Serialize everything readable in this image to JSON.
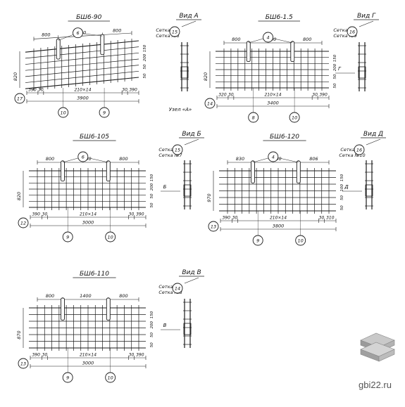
{
  "watermark": {
    "site": "gbi22.ru"
  },
  "logo": {
    "icon": "stacked-slabs-icon"
  },
  "panels": [
    {
      "id": "p1",
      "title": "БШ6-90",
      "view": "Вид А",
      "mesh_labels": [
        "Сетка №1",
        "Сетка №6"
      ],
      "top_dims": [
        "800",
        "1400",
        "800"
      ],
      "bottom_dims": [
        "390",
        "30",
        "210×14",
        "30",
        "390"
      ],
      "overall": "3900",
      "height": "820",
      "callouts": [
        "6",
        "17",
        "10",
        "9",
        "15"
      ],
      "side_dims": [
        "150",
        "200",
        "50",
        "50"
      ],
      "node": "Узел «А»"
    },
    {
      "id": "p2",
      "title": "БШ6-1.5",
      "view": "Вид Г",
      "mesh_labels": [
        "Сетка №4",
        "Сетка №9"
      ],
      "top_dims": [
        "800",
        "1400",
        "800"
      ],
      "bottom_dims": [
        "320",
        "30",
        "210×14",
        "30",
        "390"
      ],
      "overall": "3400",
      "height": "820",
      "callouts": [
        "4",
        "14",
        "8",
        "10",
        "16"
      ],
      "side_dims": [
        "150",
        "200",
        "50",
        "50"
      ],
      "section": "Г"
    },
    {
      "id": "p3",
      "title": "БШ6-105",
      "view": "Вид Б",
      "mesh_labels": [
        "Сетка №2",
        "Сетка №7"
      ],
      "top_dims": [
        "800",
        "1500",
        "800"
      ],
      "bottom_dims": [
        "390",
        "30",
        "210×14",
        "30",
        "390"
      ],
      "overall": "3000",
      "height": "820",
      "callouts": [
        "6",
        "12",
        "9",
        "10",
        "15"
      ],
      "side_dims": [
        "150",
        "200",
        "50",
        "50"
      ],
      "section": "Б"
    },
    {
      "id": "p4",
      "title": "БШ6-120",
      "view": "Вид Д",
      "mesh_labels": [
        "Сетка №5",
        "Сетка №10"
      ],
      "top_dims": [
        "830",
        "1400",
        "806"
      ],
      "bottom_dims": [
        "390",
        "30",
        "210×14",
        "30",
        "310"
      ],
      "overall": "3800",
      "height": "970",
      "callouts": [
        "4",
        "13",
        "9",
        "10",
        "16"
      ],
      "side_dims": [
        "150",
        "100",
        "50",
        "50"
      ],
      "section": "Д"
    },
    {
      "id": "p5",
      "title": "БШ6-110",
      "view": "Вид В",
      "mesh_labels": [
        "Сетка №3",
        "Сетка №8"
      ],
      "top_dims": [
        "800",
        "1400",
        "800"
      ],
      "bottom_dims": [
        "390",
        "30",
        "210×14",
        "30",
        "390"
      ],
      "overall": "3000",
      "height": "870",
      "callouts": [
        "13",
        "9",
        "10",
        "14"
      ],
      "side_dims": [
        "150",
        "200",
        "50",
        "50"
      ],
      "section": "В"
    }
  ]
}
